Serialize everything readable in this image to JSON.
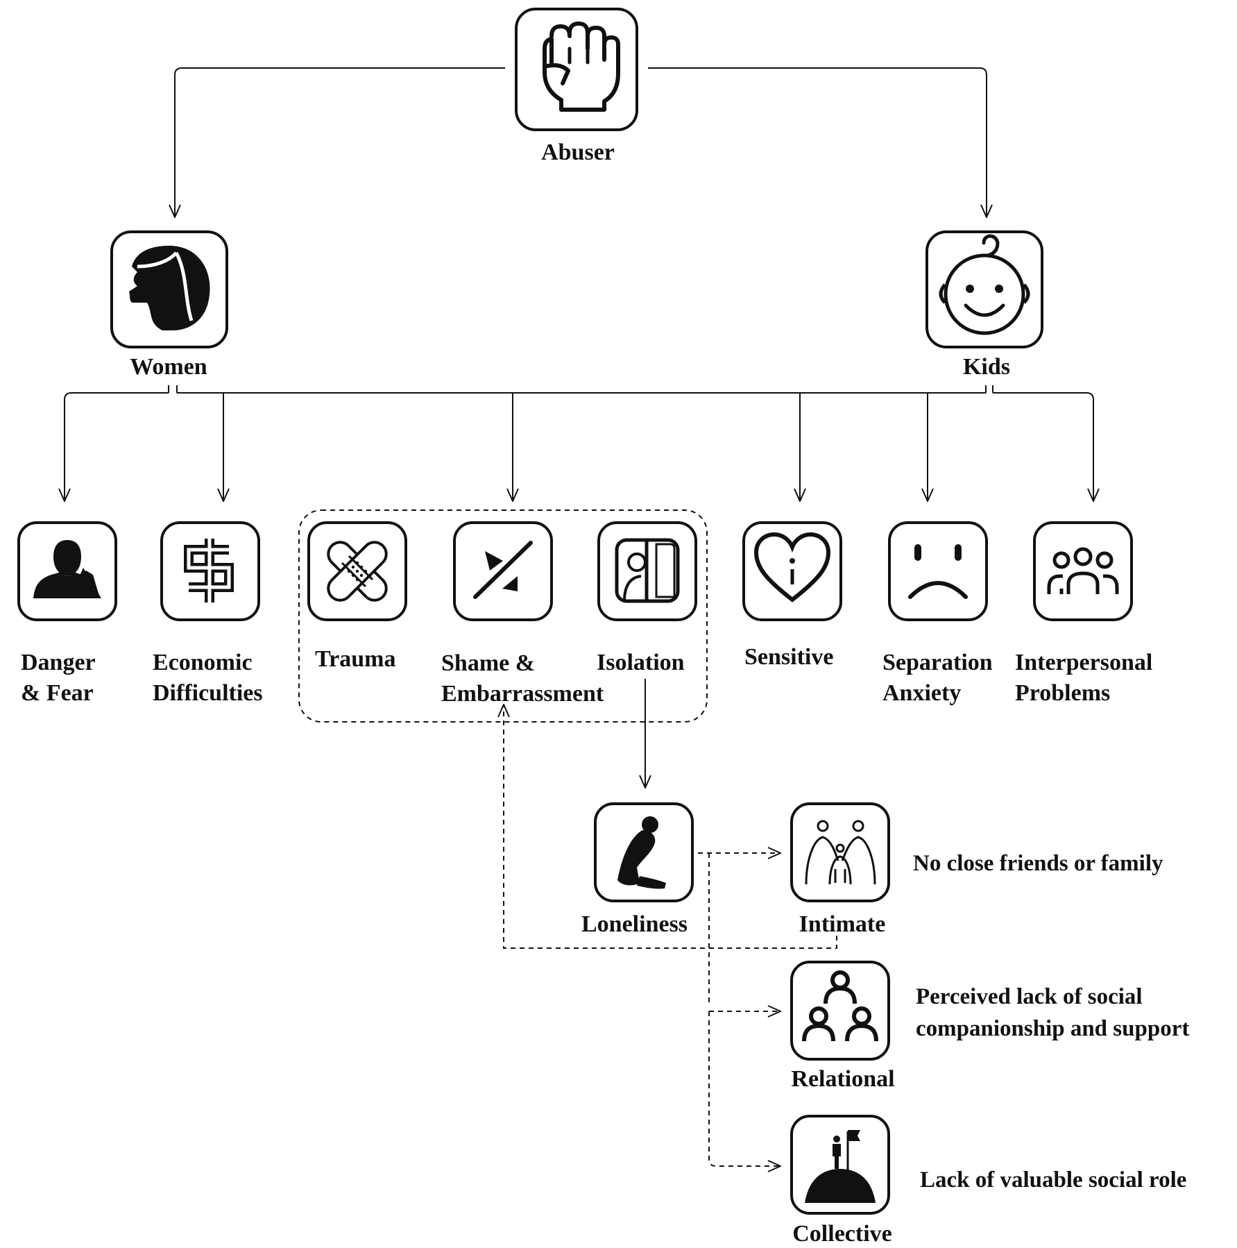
{
  "nodes": {
    "abuser": {
      "label": "Abuser",
      "icon": "fist-icon"
    },
    "women": {
      "label": "Women",
      "icon": "woman-profile-icon"
    },
    "kids": {
      "label": "Kids",
      "icon": "baby-face-icon"
    },
    "danger_fear": {
      "line1": "Danger",
      "line2": "& Fear",
      "icon": "threatened-person-icon"
    },
    "economic": {
      "line1": "Economic",
      "line2": "Difficulties",
      "icon": "dollar-sign-icon"
    },
    "trauma": {
      "label": "Trauma",
      "icon": "bandage-icon"
    },
    "shame": {
      "line1": "Shame &",
      "line2": "Embarrassment",
      "icon": "shame-slash-icon"
    },
    "isolation": {
      "label": "Isolation",
      "icon": "isolation-door-icon"
    },
    "sensitive": {
      "label": "Sensitive",
      "icon": "heart-info-icon"
    },
    "separation": {
      "line1": "Separation",
      "line2": "Anxiety",
      "icon": "sad-face-icon"
    },
    "interpersonal": {
      "line1": "Interpersonal",
      "line2": "Problems",
      "icon": "group-people-icon"
    },
    "loneliness": {
      "label": "Loneliness",
      "icon": "crouching-person-icon"
    },
    "intimate": {
      "label": "Intimate",
      "icon": "close-pair-icon"
    },
    "relational": {
      "label": "Relational",
      "icon": "three-people-icon"
    },
    "collective": {
      "label": "Collective",
      "icon": "person-on-hill-flag-icon"
    }
  },
  "descriptions": {
    "intimate": "No close friends or family",
    "relational_line1": "Perceived lack of  social",
    "relational_line2": "companionship and support",
    "collective": "Lack of  valuable social role"
  }
}
